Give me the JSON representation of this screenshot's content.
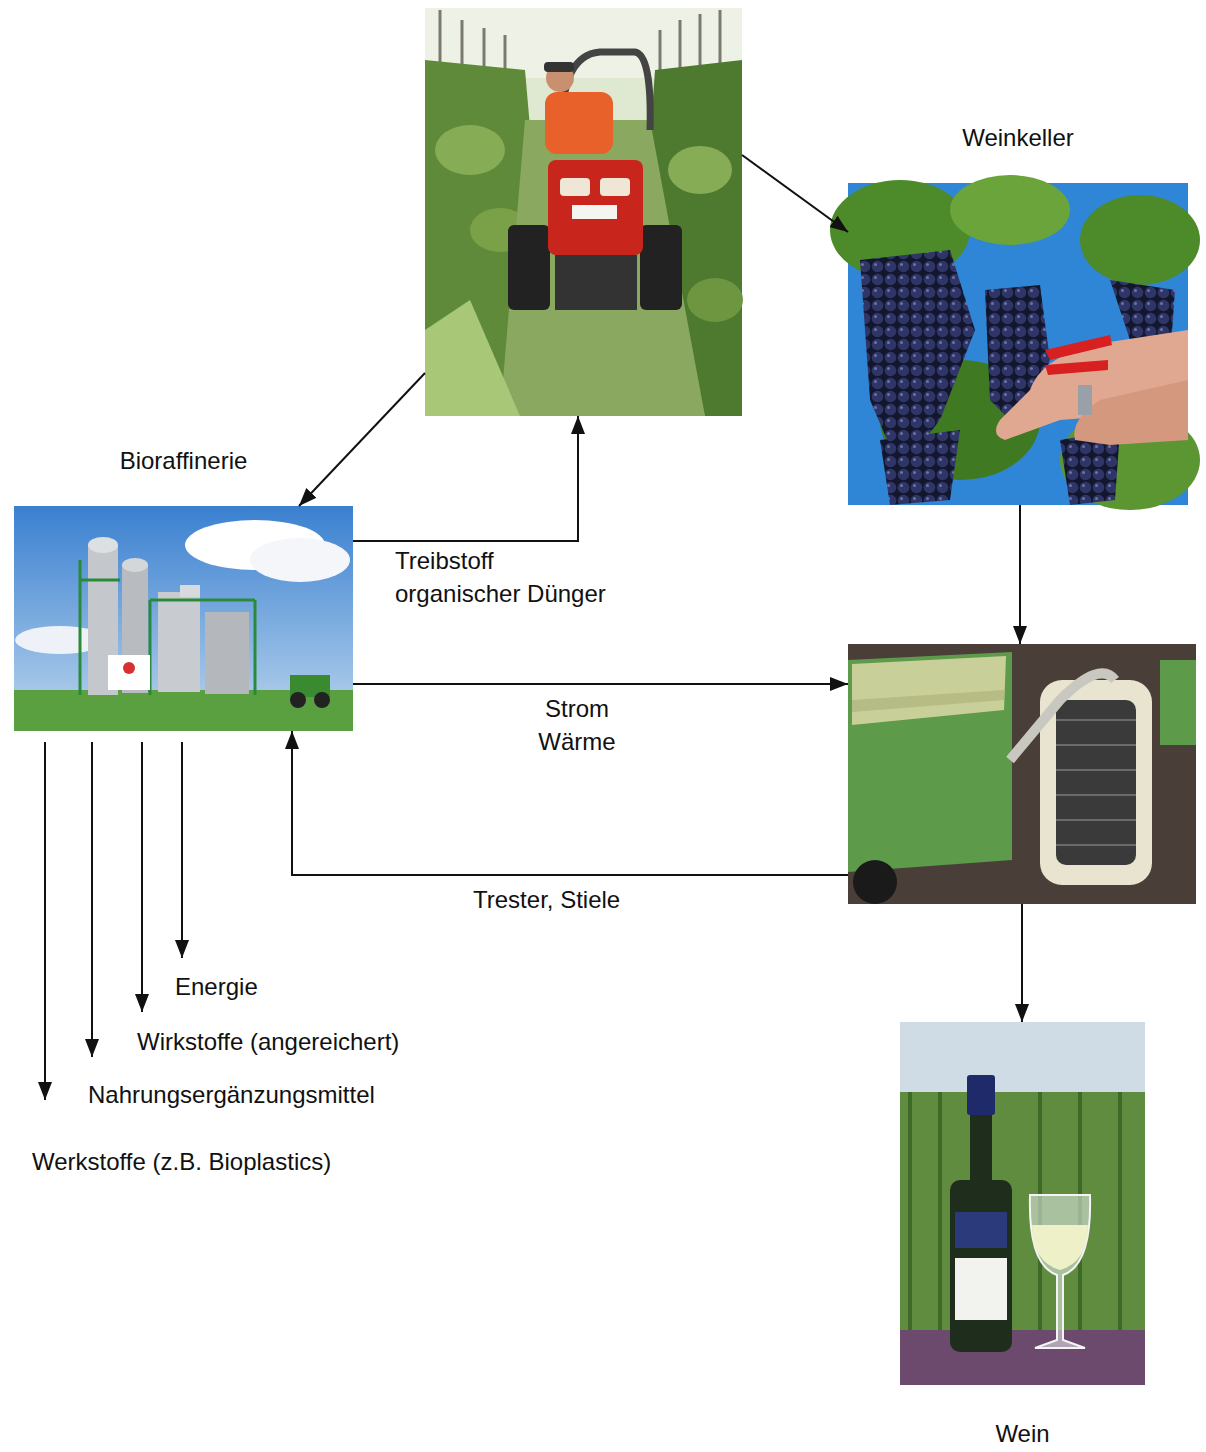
{
  "diagram": {
    "nodes": [
      {
        "text": []
      },
      {
        "text": [
          "Weinkeller"
        ]
      },
      {
        "text": [
          "Bioraffinerie"
        ]
      },
      {
        "text": []
      },
      {
        "text": [
          "Wein"
        ]
      }
    ],
    "edges": [
      {
        "from": 0,
        "to": 1,
        "arrow": "to"
      },
      {
        "from": 0,
        "to": 2,
        "arrow": "to"
      },
      {
        "from": 2,
        "to": 0,
        "label": "Treibstoff organischer Dünger",
        "arrow": "to"
      },
      {
        "from": 1,
        "to": 3,
        "arrow": "to"
      },
      {
        "from": 2,
        "to": 3,
        "label": "Strom Wärme",
        "arrow": "to"
      },
      {
        "from": 3,
        "to": 2,
        "label": "Trester, Stiele",
        "arrow": "to"
      },
      {
        "from": 3,
        "to": 4,
        "arrow": "to"
      }
    ],
    "labels": [
      "Energie",
      "Wirkstoffe (angereichert)",
      "Nahrungsergänzungsmittel",
      "Werkstoffe (z.B. Bioplastics)"
    ]
  }
}
